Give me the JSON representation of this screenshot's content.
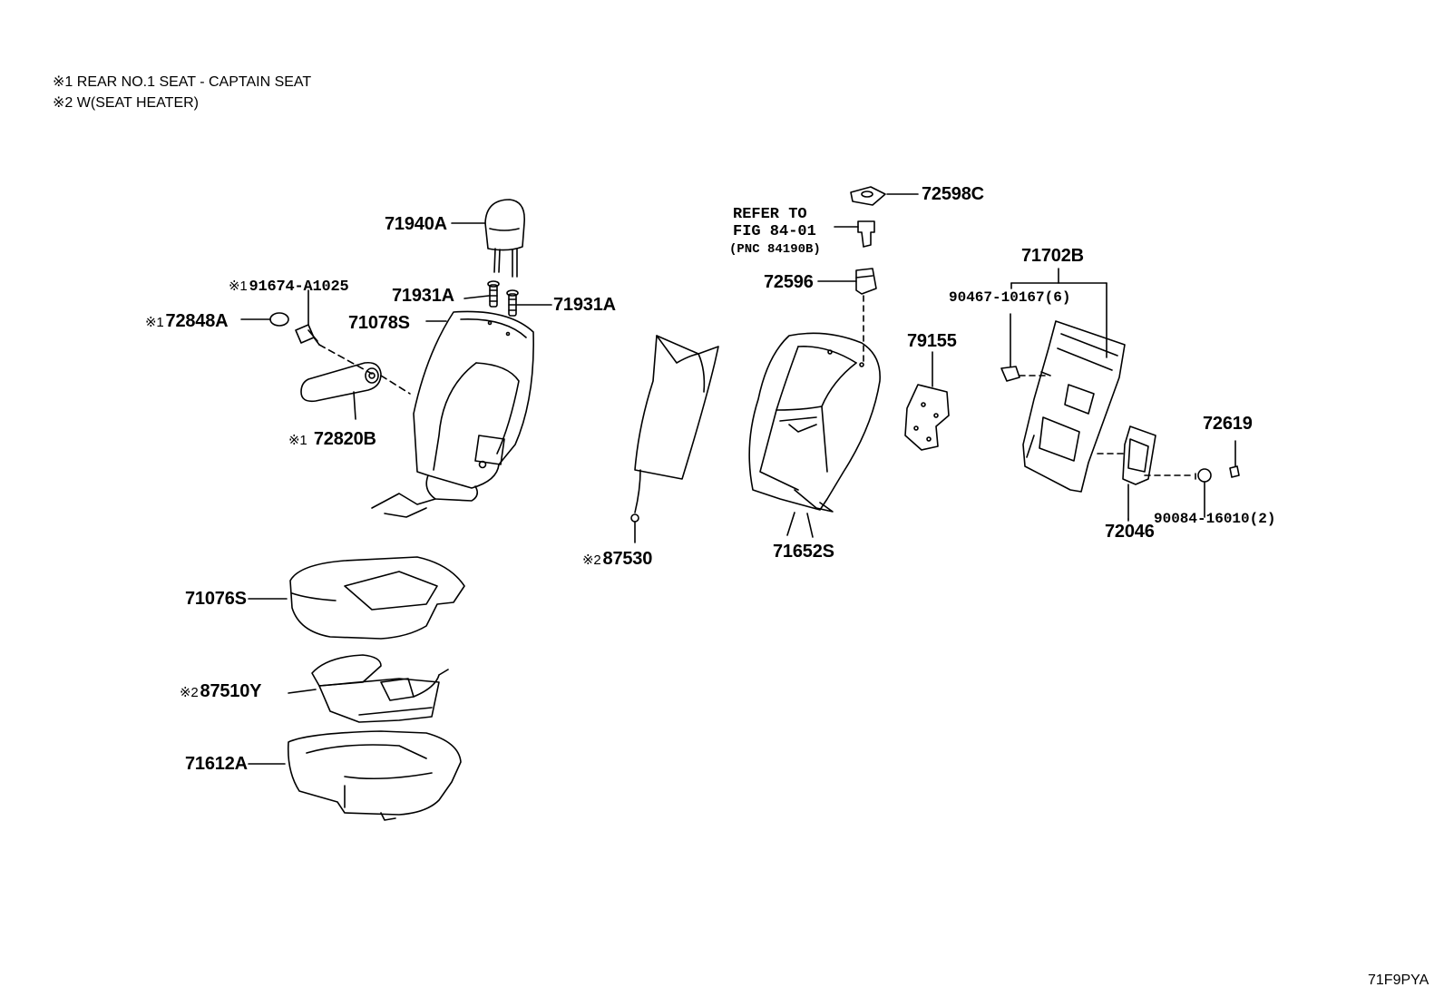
{
  "notes": [
    {
      "marker": "※1",
      "text": "REAR NO.1 SEAT - CAPTAIN SEAT"
    },
    {
      "marker": "※2",
      "text": "W(SEAT HEATER)"
    }
  ],
  "reference": {
    "line1": "REFER TO",
    "line2": "FIG 84-01",
    "line3": "(PNC 84190B)"
  },
  "parts": {
    "p71940A": {
      "part": "71940A"
    },
    "p91674": {
      "marker": "※1",
      "part": "91674-A1025"
    },
    "p72848A": {
      "marker": "※1",
      "part": "72848A"
    },
    "p71931A_l": {
      "part": "71931A"
    },
    "p71931A_r": {
      "part": "71931A"
    },
    "p71078S": {
      "part": "71078S"
    },
    "p72820B": {
      "marker": "※1",
      "part": "72820B"
    },
    "p87530": {
      "marker": "※2",
      "part": "87530"
    },
    "p72598C": {
      "part": "72598C"
    },
    "p72596": {
      "part": "72596"
    },
    "p71652S": {
      "part": "71652S"
    },
    "p79155": {
      "part": "79155"
    },
    "p71702B": {
      "part": "71702B"
    },
    "p90467": {
      "part": "90467-10167(6)"
    },
    "p72619": {
      "part": "72619"
    },
    "p72046": {
      "part": "72046"
    },
    "p90084": {
      "part": "90084-16010(2)"
    },
    "p71076S": {
      "part": "71076S"
    },
    "p87510Y": {
      "marker": "※2",
      "part": "87510Y"
    },
    "p71612A": {
      "part": "71612A"
    }
  },
  "diagram_code": "71F9PYA",
  "colors": {
    "line": "#000000",
    "background": "#ffffff"
  }
}
